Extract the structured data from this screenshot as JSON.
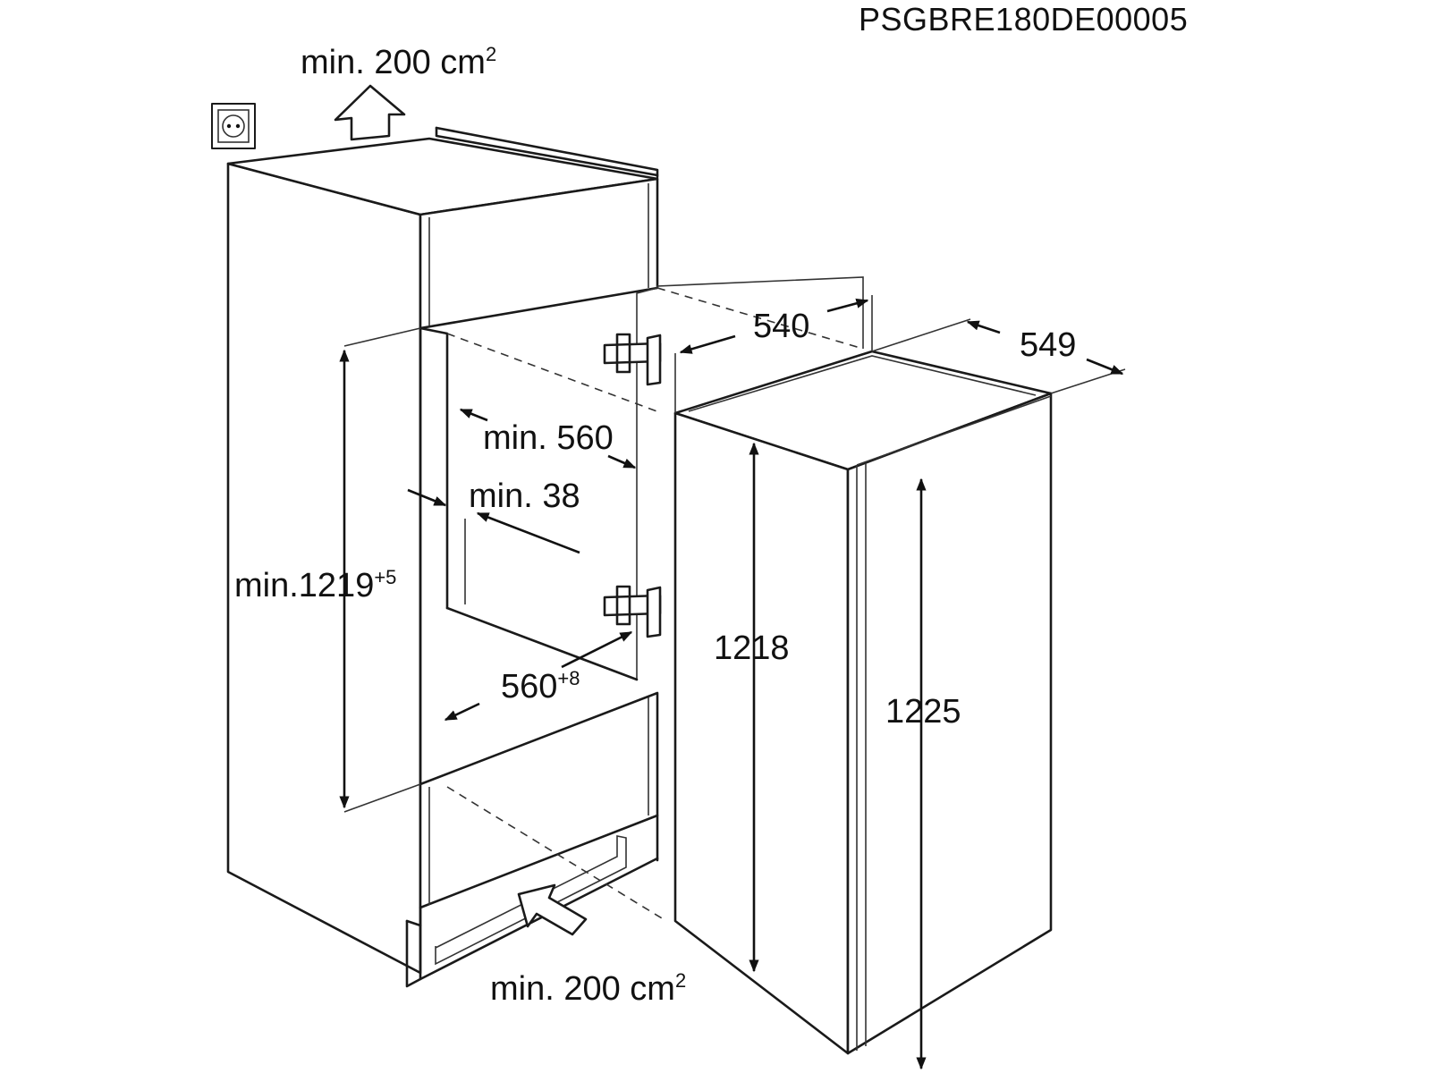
{
  "document_code": "PSGBRE180DE00005",
  "ventilation_top": {
    "text": "min. 200 cm",
    "sup": "2"
  },
  "ventilation_bottom": {
    "text": "min. 200 cm",
    "sup": "2"
  },
  "niche": {
    "height": {
      "text": "min.1219",
      "sup": "+5"
    },
    "depth_min": "min. 560",
    "side_gap": "min. 38",
    "width": {
      "text": "560",
      "sup": "+8"
    }
  },
  "appliance": {
    "width": "540",
    "depth": "549",
    "body_height": "1218",
    "door_height": "1225"
  },
  "icons": [
    "power-socket-icon",
    "airflow-up-arrow-icon",
    "airflow-in-arrow-icon",
    "hinge-icon"
  ]
}
